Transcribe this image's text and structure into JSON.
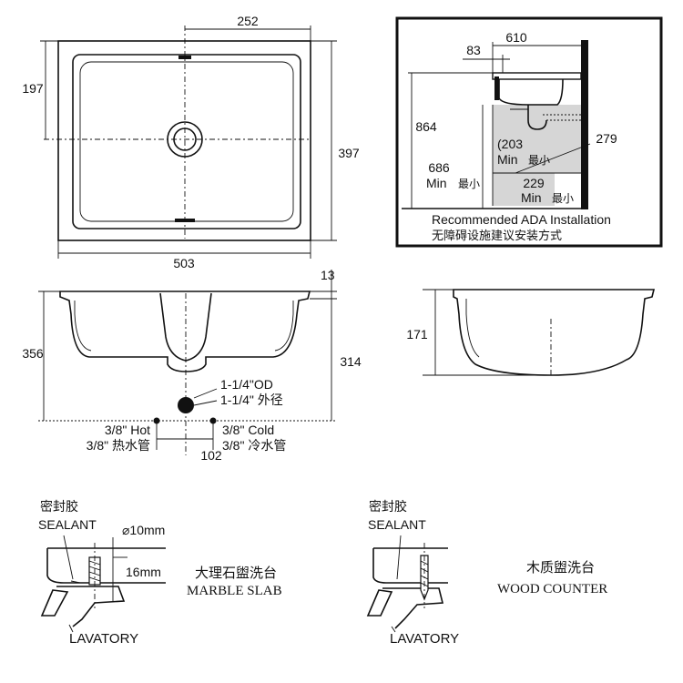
{
  "top_view": {
    "width_label": "252",
    "left_label": "197",
    "right_label": "397",
    "bottom_label": "503"
  },
  "ada_inset": {
    "dim_610": "610",
    "dim_83": "83",
    "dim_864": "864",
    "dim_203": "(203",
    "dim_203_min": "Min",
    "dim_203_cn": "最小",
    "dim_279": "279",
    "dim_686": "686",
    "dim_686_min": "Min",
    "dim_686_cn": "最小",
    "dim_229": "229",
    "dim_229_min": "Min",
    "dim_229_cn": "最小",
    "caption_en": "Recommended ADA Installation",
    "caption_cn": "无障碍设施建议安装方式"
  },
  "front_view": {
    "dim_13": "13",
    "dim_356": "356",
    "dim_314": "314",
    "drain_en": "1-1/4\"OD",
    "drain_cn": "1-1/4\" 外径",
    "hot_en": "3/8\" Hot",
    "hot_cn": "3/8\" 热水管",
    "cold_en": "3/8\" Cold",
    "cold_cn": "3/8\" 冷水管",
    "dim_102": "102"
  },
  "side_view": {
    "dim_171": "171"
  },
  "marble_detail": {
    "sealant_cn": "密封胶",
    "sealant_en": "SEALANT",
    "dia": "⌀10mm",
    "depth": "16mm",
    "slab_cn": "大理石盥洗台",
    "slab_en": "MARBLE SLAB",
    "lavatory": "LAVATORY"
  },
  "wood_detail": {
    "sealant_cn": "密封胶",
    "sealant_en": "SEALANT",
    "counter_cn": "木质盥洗台",
    "counter_en": "WOOD COUNTER",
    "lavatory": "LAVATORY"
  }
}
